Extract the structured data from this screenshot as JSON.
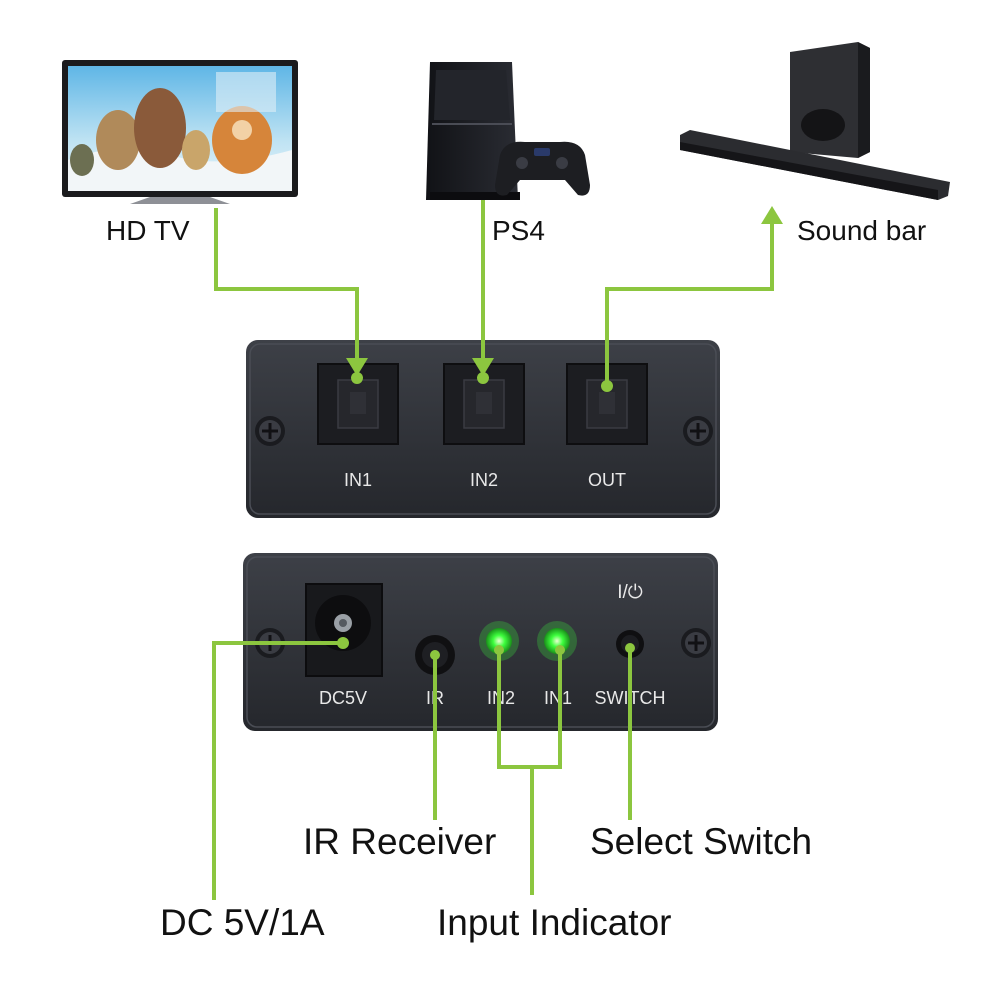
{
  "devices": {
    "tv": {
      "label": "HD TV"
    },
    "console": {
      "label": "PS4"
    },
    "speaker": {
      "label": "Sound bar"
    }
  },
  "top_panel": {
    "ports": [
      {
        "label": "IN1"
      },
      {
        "label": "IN2"
      },
      {
        "label": "OUT"
      }
    ]
  },
  "bottom_panel": {
    "power_symbol": "I/⏻",
    "jack_labels": {
      "dc": "DC5V",
      "ir": "IR",
      "in2": "IN2",
      "in1": "IN1",
      "switch": "SWITCH"
    }
  },
  "callouts": {
    "ir": "IR Receiver",
    "select": "Select Switch",
    "dc": "DC 5V/1A",
    "indicator": "Input Indicator"
  },
  "colors": {
    "connector": "#8cc63f",
    "panel": "#2f3238",
    "led": "#3dff3d",
    "label": "#111111"
  }
}
